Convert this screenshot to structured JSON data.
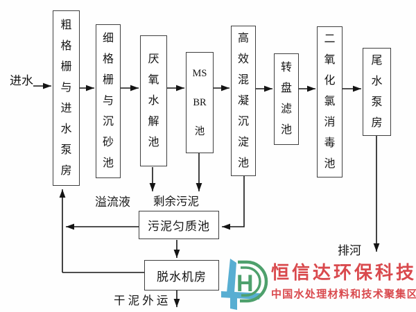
{
  "labels": {
    "inflow": "进水",
    "overflow": "溢流液",
    "excess_sludge": "剩余污泥",
    "dry_sludge_out": "干 泥 外 运",
    "discharge_to_river": "排河"
  },
  "boxes": {
    "coarse_screen_pump": "粗\n格\n栅\n与\n进\n水\n泵\n房",
    "fine_screen_grit": "细\n格\n栅\n与\n沉\n砂\n池",
    "anaerobic_hydrolysis": "厌\n氧\n水\n解\n池",
    "msbr": "MS\nBR\n池",
    "coagulation_sedimentation": "高\n效\n混\n凝\n沉\n淀\n池",
    "disc_filter": "转\n盘\n滤\n池",
    "disinfection": "二\n氧\n化\n氯\n消\n毒\n池",
    "tailwater_pump": "尾\n水\n泵\n房",
    "sludge_homogenization": "污泥匀质池",
    "dewatering_room": "脱水机房"
  },
  "flow_sequence": [
    "进水",
    "粗格栅与进水泵房",
    "细格栅与沉砂池",
    "厌氧水解池",
    "MSBR池",
    "高效混凝沉淀池",
    "转盘滤池",
    "二氧化氯消毒池",
    "尾水泵房",
    "排河"
  ],
  "side_flows": [
    "厌氧水解池→剩余污泥",
    "MSBR池→剩余污泥",
    "高效混凝沉淀池→污泥匀质池",
    "污泥匀质池→粗格栅与进水泵房",
    "污泥匀质池→脱水机房",
    "脱水机房→粗格栅与进水泵房",
    "脱水机房→干泥外运"
  ],
  "logo": {
    "name": "恒信达环保科技",
    "tagline": "中国水处理材料和技术聚集区",
    "monogram": "H",
    "colors": {
      "text_red": "#d9494d",
      "mark_green": "#4ea06c",
      "mark_blue": "#58aed2",
      "line_black": "#141414"
    }
  }
}
